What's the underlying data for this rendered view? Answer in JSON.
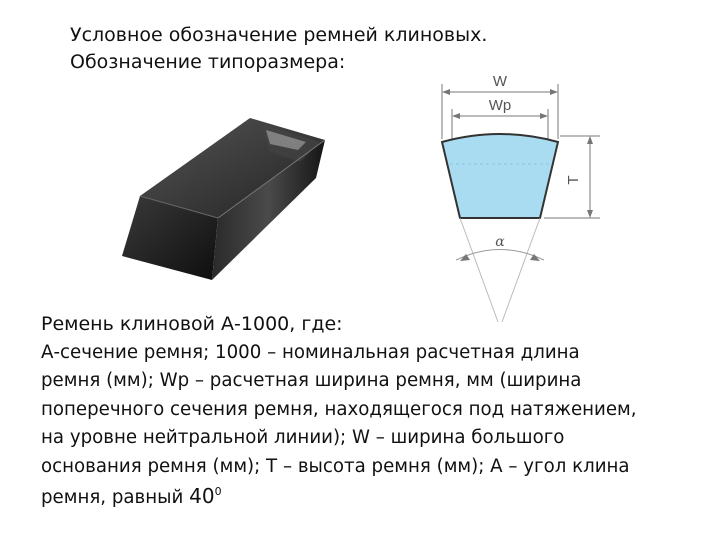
{
  "title": {
    "line1": "Условное обозначение ремней клиновых.",
    "line2": "Обозначение типоразмера:"
  },
  "diagram": {
    "label_w": "W",
    "label_wp": "Wp",
    "label_t": "T",
    "label_angle": "α",
    "fill_color": "#a9dcf0",
    "stroke_color": "#333333"
  },
  "body": {
    "line1": "Ремень клиновой А-1000, где:",
    "line2": "А-сечение ремня; 1000 – номинальная расчетная длина",
    "line3": "ремня (мм); Wp – расчетная ширина ремня, мм (ширина",
    "line4": "поперечного сечения ремня, находящегося под натяжением,",
    "line5": "на уровне нейтральной линии); W – ширина большого",
    "line6": "основания ремня (мм); Т – высота ремня (мм); А – угол клина",
    "line7_prefix": "ремня, равный ",
    "line7_value": "40",
    "line7_sup": "0"
  }
}
